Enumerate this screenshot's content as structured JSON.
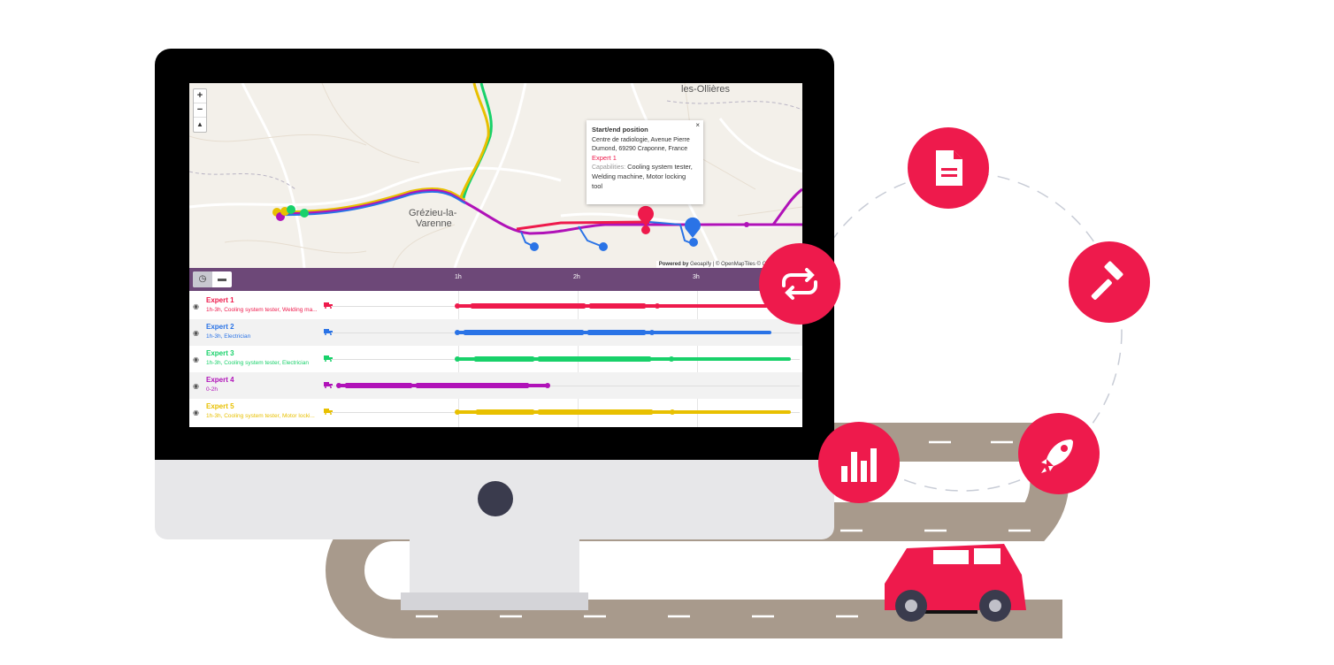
{
  "map": {
    "zoom_in": "+",
    "zoom_out": "−",
    "reset_north": "▲",
    "labels": {
      "town1": "Grézieu-la-",
      "town1b": "Varenne",
      "town2": "les-Ollières"
    },
    "popup": {
      "title": "Start/end position",
      "address": "Centre de radiologie, Avenue Pierre Dumond, 69290 Craponne, France",
      "expert": "Expert 1",
      "capabilities_label": "Capabilities:",
      "capabilities": "Cooling system tester, Welding machine, Motor locking tool",
      "close": "×"
    },
    "attribution_bold": "Powered by",
    "attribution": "Geoapify | © OpenMapTiles © OpenStreetMap"
  },
  "timeline": {
    "ticks": [
      "1h",
      "2h",
      "3h"
    ],
    "rows": [
      {
        "name": "Expert 1",
        "desc": "1h-3h, Cooling system tester, Welding ma...",
        "color": "#ee1a4c"
      },
      {
        "name": "Expert 2",
        "desc": "1h-3h, Electrician",
        "color": "#2a73e6"
      },
      {
        "name": "Expert 3",
        "desc": "1h-3h, Cooling system tester, Electrician",
        "color": "#18d16a"
      },
      {
        "name": "Expert 4",
        "desc": "0-2h",
        "color": "#b012b8"
      },
      {
        "name": "Expert 5",
        "desc": "1h-3h, Cooling system tester, Motor locki...",
        "color": "#e8c000"
      }
    ]
  },
  "decorations": {
    "icons": [
      "document-icon",
      "hammer-icon",
      "rocket-icon",
      "bar-chart-icon",
      "repeat-icon"
    ],
    "accent_color": "#ee1a4c",
    "road_color": "#a89a8c"
  }
}
